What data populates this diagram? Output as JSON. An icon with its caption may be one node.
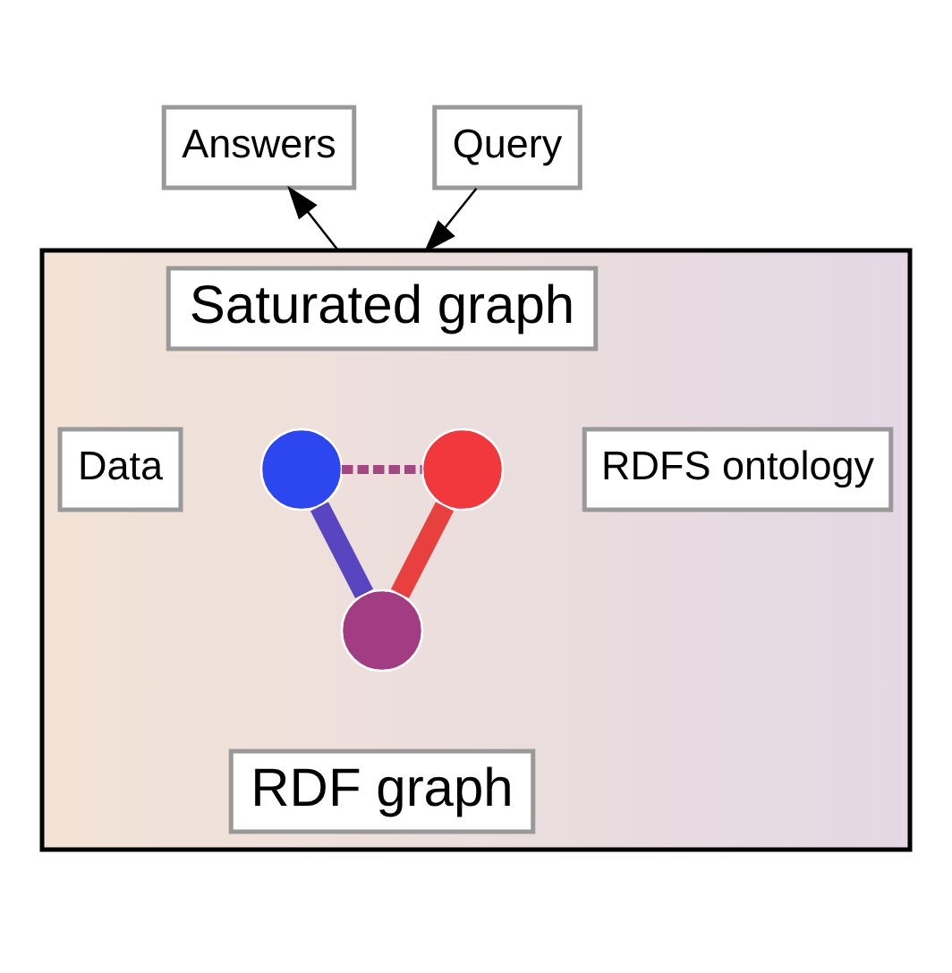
{
  "diagram": {
    "nodes": [
      {
        "text": [
          "Answers"
        ]
      },
      {
        "text": [
          "Query"
        ]
      },
      {
        "text": [],
        "shape": "box"
      },
      {
        "text": [
          "Saturated graph"
        ],
        "in": 2
      },
      {
        "text": [],
        "shape": "circle",
        "in": 2
      },
      {
        "text": [],
        "shape": "circle",
        "in": 2
      },
      {
        "text": [
          "Data"
        ],
        "in": 2
      },
      {
        "text": [],
        "shape": "circle",
        "in": 2
      },
      {
        "text": [
          "RDFS ontology"
        ],
        "in": 2
      },
      {
        "text": [
          "RDF graph"
        ],
        "in": 2
      }
    ],
    "edges": [
      {
        "from": 2,
        "to": 0,
        "arrow": "to"
      },
      {
        "from": 1,
        "to": 2,
        "arrow": "to"
      },
      {
        "from": 4,
        "to": 5,
        "arrow": "none",
        "style": "dashed",
        "color": "#a2477f"
      },
      {
        "from": 4,
        "to": 7,
        "arrow": "none",
        "style": "thick",
        "color": "#5a45c0"
      },
      {
        "from": 5,
        "to": 7,
        "arrow": "none",
        "style": "thick",
        "color": "#e8403f"
      }
    ]
  }
}
